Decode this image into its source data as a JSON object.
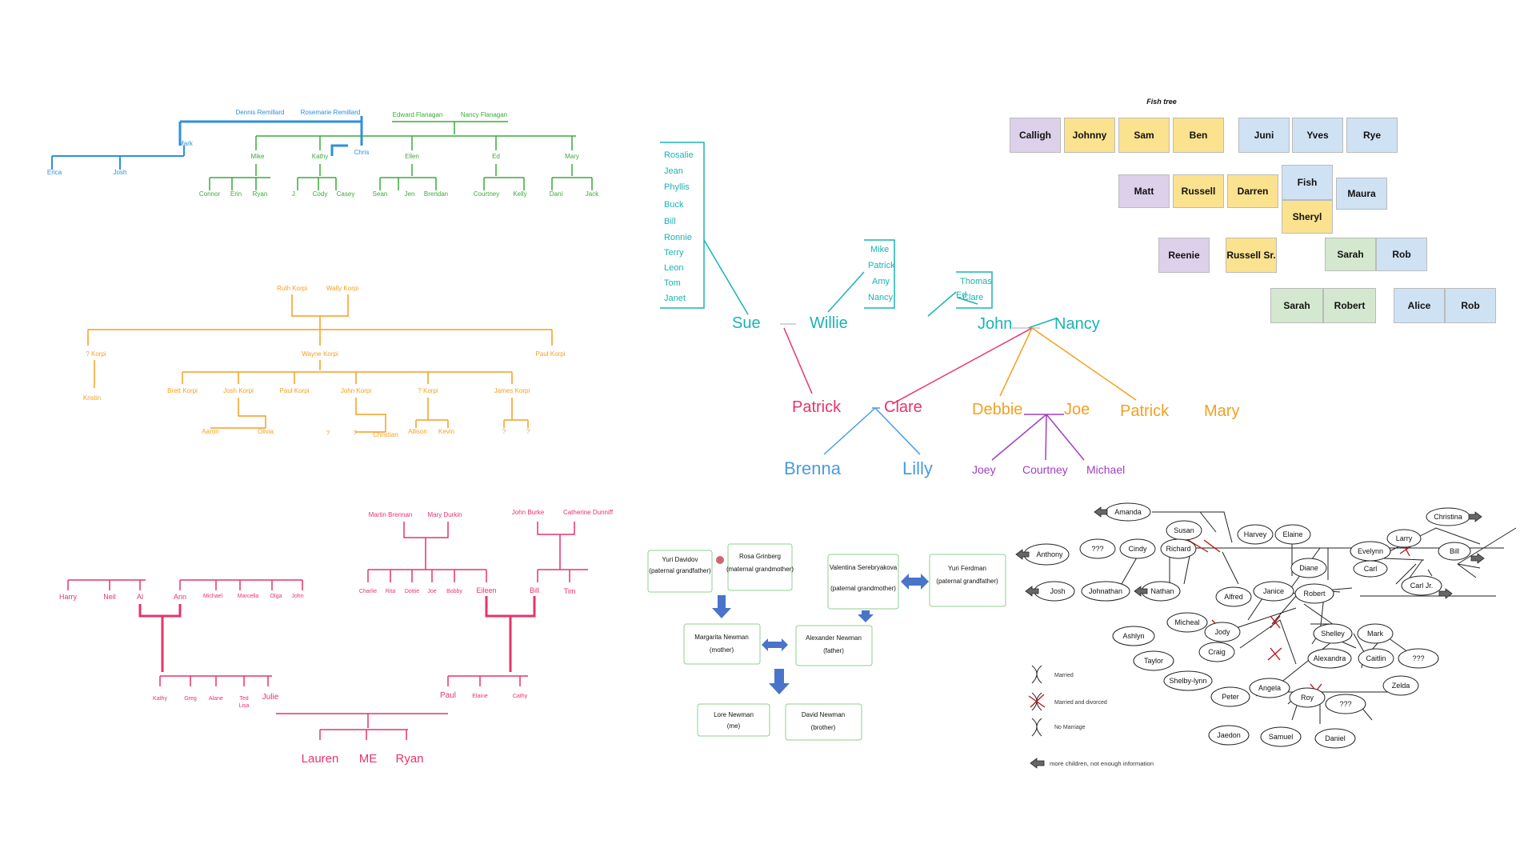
{
  "trees": {
    "blue_green": {
      "colors": {
        "blue": "#2f8ee0",
        "green": "#3aab3a"
      },
      "top_blue": [
        "Dennis Remillard",
        "Rosemarie Remillard"
      ],
      "top_green": [
        "Edward Flanagan",
        "Nancy Flanagan"
      ],
      "mark": "Mark",
      "mark_children": [
        "Erica",
        "Josh"
      ],
      "green_children": [
        "Mike",
        "Kathy",
        "Chris",
        "Ellen",
        "Ed",
        "Mary"
      ],
      "grandchildren": [
        "Connor",
        "Erin",
        "Ryan",
        "J.",
        "Cody",
        "Casey",
        "Sean",
        "Jen",
        "Brendan",
        "Courtney",
        "Kelly",
        "Dani",
        "Jack"
      ]
    },
    "orange": {
      "color": "#f4a020",
      "top": [
        "Ruth Korpi",
        "Wally Korpi"
      ],
      "gen2": [
        "? Korpi",
        "Wayne Korpi",
        "Paul Korpi"
      ],
      "kristin": "Kristin",
      "gen3": [
        "Brett Korpi",
        "Josh Korpi",
        "Paul Korpi",
        "John Korpi",
        "? Korpi",
        "James Korpi"
      ],
      "gen4": [
        "Aaron",
        "Olivia",
        "?",
        "?",
        "Christian",
        "Allison",
        "Kevin",
        "?",
        "?"
      ]
    },
    "magenta": {
      "color": "#e8336b",
      "top_left": [
        "Martin Brennan",
        "Mary Durkin"
      ],
      "top_right": [
        "John Burke",
        "Catherine Dunniff"
      ],
      "left_siblings": [
        "Harry",
        "Neil",
        "Al",
        "Ann",
        "Michael",
        "Marcella",
        "Olga",
        "John"
      ],
      "mid_siblings": [
        "Charlie",
        "Rita",
        "Dottie",
        "Joe",
        "Bobby",
        "Eileen"
      ],
      "right_siblings": [
        "Bill",
        "Tim"
      ],
      "al_children": [
        "Kathy",
        "Greg",
        "Alane",
        "Ted",
        "Julie"
      ],
      "ted_sub": "Lisa",
      "eileen_children": [
        "Paul",
        "Elaine",
        "Cathy"
      ],
      "bottom": [
        "Lauren",
        "ME",
        "Ryan"
      ]
    },
    "center": {
      "teal": "#1ab3b3",
      "pink": "#e8336b",
      "blue": "#4a9be0",
      "orange": "#f4a020",
      "purple": "#a040c0",
      "sue_list": [
        "Rosalie",
        "Jean",
        "Phyllis",
        "Buck",
        "Bill",
        "Ronnie",
        "Terry",
        "Leon",
        "Tom",
        "Janet"
      ],
      "willie_list": [
        "Mike",
        "Patrick",
        "Amy",
        "Nancy"
      ],
      "nancy_list": [
        "Thomas",
        "Clare"
      ],
      "ed": "Ed",
      "gen1": [
        "Sue",
        "Willie",
        "John",
        "Nancy"
      ],
      "gen2_pink": [
        "Patrick",
        "Clare"
      ],
      "gen2_orange": [
        "Debbie",
        "Joe",
        "Patrick",
        "Mary"
      ],
      "gen3_blue": [
        "Brenna",
        "Lilly"
      ],
      "gen3_purple": [
        "Joey",
        "Courtney",
        "Michael"
      ]
    },
    "fish": {
      "title": "Fish tree",
      "nodes": [
        {
          "label": "Calligh",
          "color": "#ddd0ea"
        },
        {
          "label": "Johnny",
          "color": "#fbe28f"
        },
        {
          "label": "Sam",
          "color": "#fbe28f"
        },
        {
          "label": "Ben",
          "color": "#fbe28f"
        },
        {
          "label": "Juni",
          "color": "#cfe2f4"
        },
        {
          "label": "Yves",
          "color": "#cfe2f4"
        },
        {
          "label": "Rye",
          "color": "#cfe2f4"
        },
        {
          "label": "Matt",
          "color": "#ddd0ea"
        },
        {
          "label": "Russell",
          "color": "#fbe28f"
        },
        {
          "label": "Darren",
          "color": "#fbe28f"
        },
        {
          "label": "Fish",
          "color": "#cfe2f4"
        },
        {
          "label": "Sheryl",
          "color": "#fbe28f"
        },
        {
          "label": "Maura",
          "color": "#cfe2f4"
        },
        {
          "label": "Reenie",
          "color": "#ddd0ea"
        },
        {
          "label": "Russell Sr.",
          "color": "#fbe28f"
        },
        {
          "label": "Sarah",
          "color": "#d3e8cf"
        },
        {
          "label": "Rob",
          "color": "#cfe2f4"
        },
        {
          "label": "Sarah",
          "color": "#d3e8cf"
        },
        {
          "label": "Robert",
          "color": "#d3e8cf"
        },
        {
          "label": "Alice",
          "color": "#cfe2f4"
        },
        {
          "label": "Rob",
          "color": "#cfe2f4"
        }
      ]
    },
    "newman": {
      "green": "#8fcf8f",
      "arrow": "#4a74c9",
      "yuri_d": {
        "name": "Yuri Davidov",
        "role": "(paternal grandfather)"
      },
      "rosa": {
        "name": "Rosa Grinberg",
        "role": "(maternal grandmother)"
      },
      "valentina": {
        "name": "Valentina Serebryakova",
        "role": "(paternal grandmother)"
      },
      "yuri_f": {
        "name": "Yuri Ferdman",
        "role": "(paternal grandfather)"
      },
      "margarita": {
        "name": "Margarita Newman",
        "role": "(mother)"
      },
      "alexander": {
        "name": "Alexander Newman",
        "role": "(father)"
      },
      "lore": {
        "name": "Lore Newman",
        "role": "(me)"
      },
      "david": {
        "name": "David Newman",
        "role": "(brother)"
      }
    },
    "genogram": {
      "nodes": [
        "Amanda",
        "Susan",
        "Harvey",
        "Elaine",
        "Christina",
        "Anthony",
        "???",
        "Cindy",
        "Richard",
        "Evelynn",
        "Larry",
        "Bill",
        "Carl",
        "Diane",
        "Josh",
        "Johnathan",
        "Nathan",
        "Alfred",
        "Janice",
        "Robert",
        "Carl Jr.",
        "Micheal",
        "Jody",
        "Shelley",
        "Mark",
        "Ashlyn",
        "Craig",
        "Alexandra",
        "Caitlin",
        "???",
        "Taylor",
        "Zelda",
        "Shelby-lynn",
        "Angela",
        "Peter",
        "Roy",
        "???",
        "Jaedon",
        "Samuel",
        "Daniel"
      ],
      "legend": [
        "Married",
        "Married and divorced",
        "No Marriage",
        "more children, not enough information"
      ]
    }
  }
}
